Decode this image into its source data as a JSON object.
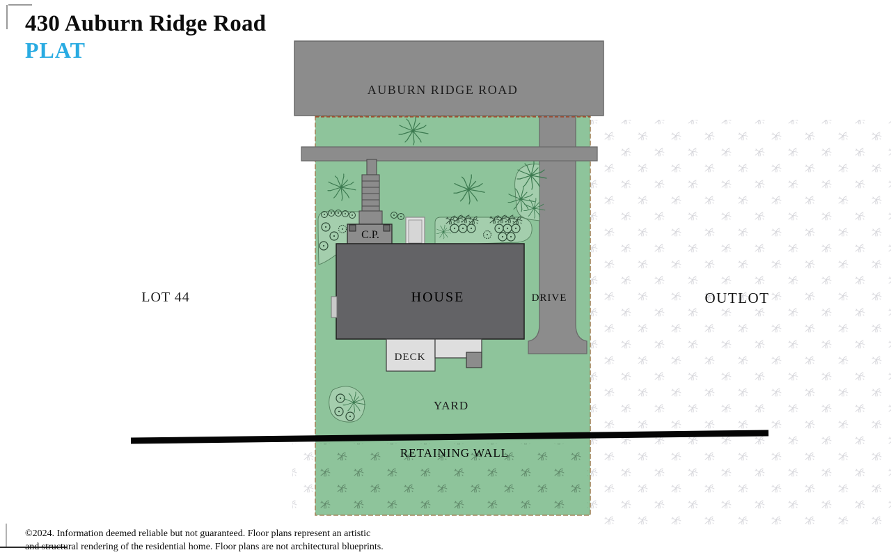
{
  "header": {
    "title": "430 Auburn Ridge Road",
    "subtitle": "PLAT"
  },
  "plat": {
    "road_label": "AUBURN RIDGE ROAD",
    "lot_label": "LOT 44",
    "outlot_label": "OUTLOT",
    "house_label": "HOUSE",
    "drive_label": "DRIVE",
    "deck_label": "DECK",
    "covered_porch_label": "C.P.",
    "yard_label": "YARD",
    "retaining_wall_label": "RETAINING WALL"
  },
  "colors": {
    "accent_cyan": "#29abe2",
    "lot_green": "#8ec49b",
    "planting_bed_green": "#a4cead",
    "road_gray": "#8c8c8c",
    "house_gray": "#636366",
    "deck_gray": "#dedede",
    "lot_border_tan": "#a3845a",
    "setback_line_red": "#9c4a30",
    "retaining_wall_black": "#050505",
    "outlot_pattern_gray": "#d7d7dc",
    "yard_pattern_green": "#4e7358",
    "tree_green": "#3c7a50"
  },
  "footer": {
    "line1": "©2024. Information deemed reliable but not guaranteed. Floor plans represent an artistic",
    "line2": "and structural rendering of the residential home. Floor plans are not architectural blueprints."
  }
}
